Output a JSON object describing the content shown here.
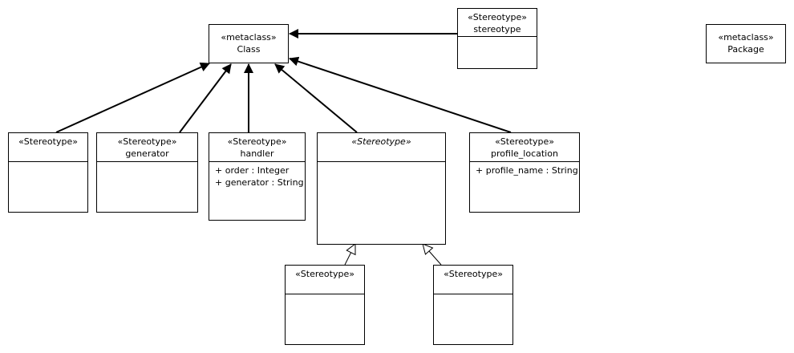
{
  "metaclasses": {
    "class": {
      "stereotype": "«metaclass»",
      "name": "Class"
    },
    "package": {
      "stereotype": "«metaclass»",
      "name": "Package"
    }
  },
  "stereotypes": {
    "stereotype": {
      "stereotype": "«Stereotype»",
      "name": "stereotype",
      "attributes": []
    },
    "unnamed_left": {
      "stereotype": "«Stereotype»",
      "name": "",
      "attributes": []
    },
    "generator": {
      "stereotype": "«Stereotype»",
      "name": "generator",
      "attributes": []
    },
    "handler": {
      "stereotype": "«Stereotype»",
      "name": "handler",
      "attributes": [
        "+ order : Integer",
        "+ generator : String"
      ]
    },
    "abstract": {
      "stereotype": "«Stereotype»",
      "name": "",
      "attributes": []
    },
    "profile_location": {
      "stereotype": "«Stereotype»",
      "name": "profile_location",
      "attributes": [
        "+ profile_name : String"
      ]
    },
    "child_left": {
      "stereotype": "«Stereotype»",
      "name": "",
      "attributes": []
    },
    "child_right": {
      "stereotype": "«Stereotype»",
      "name": "",
      "attributes": []
    }
  }
}
